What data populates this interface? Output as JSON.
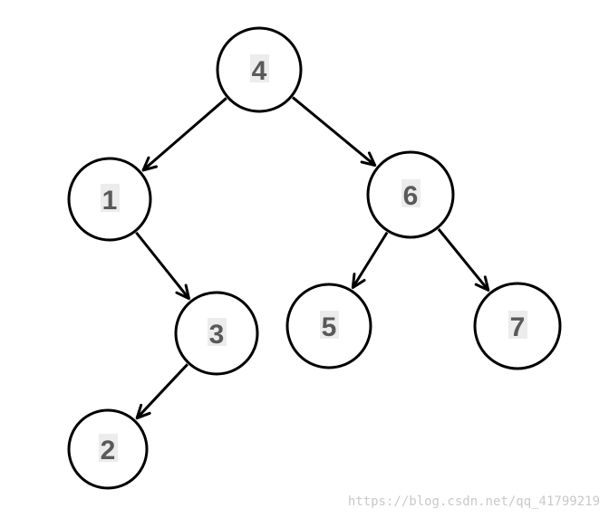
{
  "nodes": [
    {
      "id": "n4",
      "label": "4"
    },
    {
      "id": "n1",
      "label": "1"
    },
    {
      "id": "n6",
      "label": "6"
    },
    {
      "id": "n3",
      "label": "3"
    },
    {
      "id": "n5",
      "label": "5"
    },
    {
      "id": "n7",
      "label": "7"
    },
    {
      "id": "n2",
      "label": "2"
    }
  ],
  "edges": [
    {
      "from": "n4",
      "to": "n1"
    },
    {
      "from": "n4",
      "to": "n6"
    },
    {
      "from": "n1",
      "to": "n3"
    },
    {
      "from": "n6",
      "to": "n5"
    },
    {
      "from": "n6",
      "to": "n7"
    },
    {
      "from": "n3",
      "to": "n2"
    }
  ],
  "colors": {
    "stroke": "#000000",
    "label_text": "#595959",
    "label_bg": "#ececec",
    "watermark": "#c9c9c9"
  },
  "watermark": "https://blog.csdn.net/qq_41799219"
}
